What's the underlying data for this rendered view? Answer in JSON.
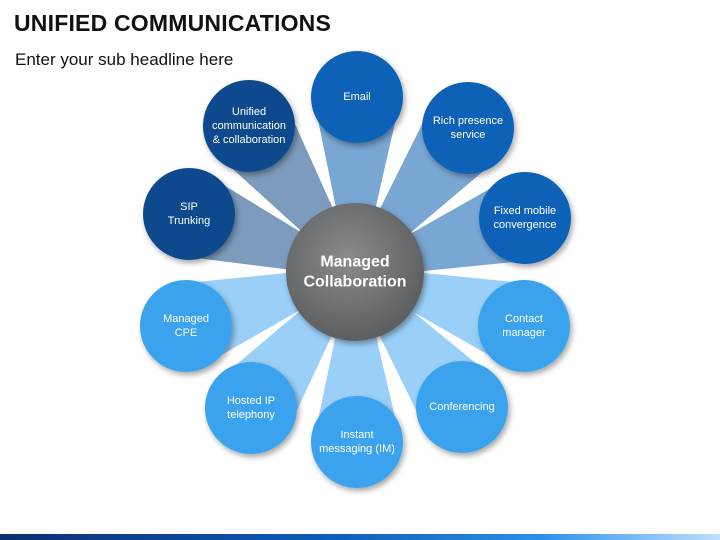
{
  "header": {
    "title": "UNIFIED COMMUNICATIONS",
    "subtitle": "Enter your sub headline here"
  },
  "diagram": {
    "center": {
      "lines": [
        "Managed",
        "Collaboration"
      ],
      "color": "#6d6e70"
    },
    "nodes": [
      {
        "id": "email",
        "lines": [
          "Email"
        ],
        "color": "#0b62b7"
      },
      {
        "id": "rich-presence",
        "lines": [
          "Rich presence",
          "service"
        ],
        "color": "#0b62b7"
      },
      {
        "id": "fixed-mobile",
        "lines": [
          "Fixed mobile",
          "convergence"
        ],
        "color": "#0b62b7"
      },
      {
        "id": "contact-manager",
        "lines": [
          "Contact",
          "manager"
        ],
        "color": "#3aa3ee"
      },
      {
        "id": "conferencing",
        "lines": [
          "Conferencing"
        ],
        "color": "#3aa3ee"
      },
      {
        "id": "instant-messaging",
        "lines": [
          "Instant",
          "messaging (IM)"
        ],
        "color": "#3aa3ee"
      },
      {
        "id": "hosted-ip",
        "lines": [
          "Hosted IP",
          "telephony"
        ],
        "color": "#3aa3ee"
      },
      {
        "id": "managed-cpe",
        "lines": [
          "Managed",
          "CPE"
        ],
        "color": "#3aa3ee"
      },
      {
        "id": "sip-trunking",
        "lines": [
          "SIP",
          "Trunking"
        ],
        "color": "#0e4a8c"
      },
      {
        "id": "unified-communication",
        "lines": [
          "Unified",
          "communication",
          "& collaboration"
        ],
        "color": "#0e4a8c"
      }
    ]
  }
}
